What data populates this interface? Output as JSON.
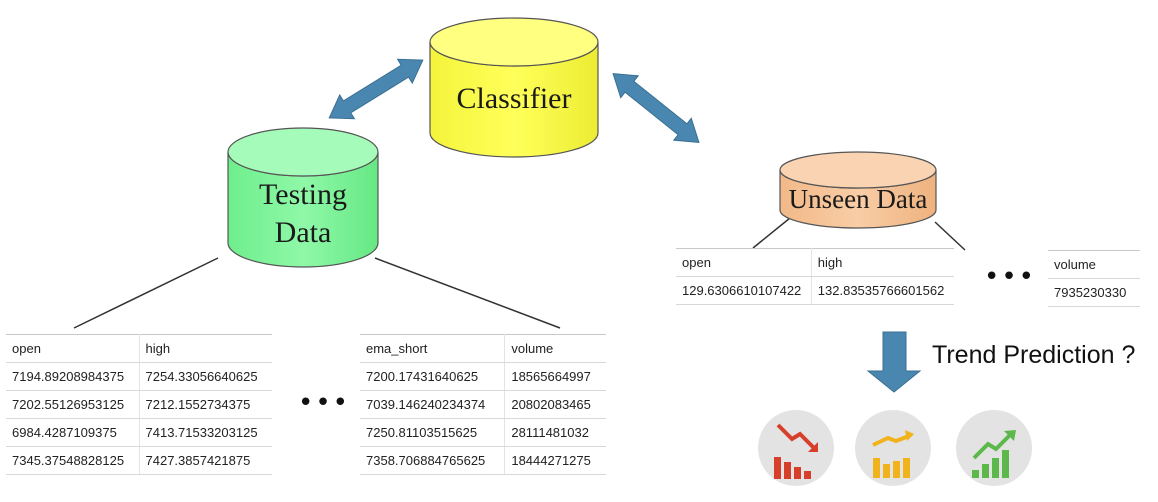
{
  "classifier": {
    "label": "Classifier"
  },
  "testing": {
    "line1": "Testing",
    "line2": "Data"
  },
  "unseen": {
    "label": "Unseen Data"
  },
  "testing_table": {
    "headers": [
      "open",
      "high",
      "ema_short",
      "volume"
    ],
    "rows": [
      [
        "7194.89208984375",
        "7254.33056640625",
        "7200.17431640625",
        "18565664997"
      ],
      [
        "7202.55126953125",
        "7212.1552734375",
        "7039.146240234374",
        "20802083465"
      ],
      [
        "6984.4287109375",
        "7413.71533203125",
        "7250.81103515625",
        "28111481032"
      ],
      [
        "7345.37548828125",
        "7427.3857421875",
        "7358.706884765625",
        "18444271275"
      ]
    ],
    "ellipsis": "•••"
  },
  "unseen_table": {
    "headers": [
      "open",
      "high",
      "volume"
    ],
    "row": [
      "129.6306610107422",
      "132.83535766601562",
      "7935230330"
    ],
    "ellipsis": "•••"
  },
  "trend": {
    "label": "Trend Prediction ?"
  },
  "icons": [
    "trend-down-icon",
    "trend-sideways-icon",
    "trend-up-icon"
  ],
  "colors": {
    "classifier": "#ffff4d",
    "testing": "#80f59a",
    "unseen": "#f7c497",
    "arrow": "#4a87b0",
    "icon_bg": "#e3e3e3",
    "down": "#d6402a",
    "sideways": "#f1b31c",
    "up": "#5cb84a"
  }
}
